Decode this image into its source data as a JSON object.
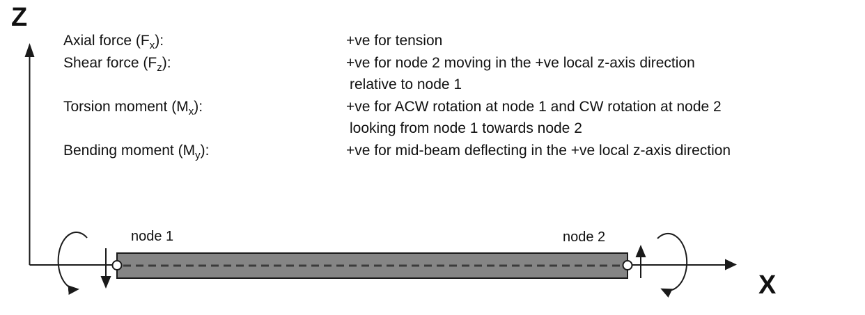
{
  "diagram": {
    "z_axis_label": "Z",
    "x_axis_label": "X",
    "node1_label": "node 1",
    "node2_label": "node 2"
  },
  "legend": {
    "rows": [
      {
        "term_pre": "Axial force (F",
        "term_sub": "x",
        "term_post": "):",
        "line1": "+ve for tension"
      },
      {
        "term_pre": "Shear force (F",
        "term_sub": "z",
        "term_post": "):",
        "line1": "+ve for node 2 moving in the +ve local z-axis direction",
        "line2": "relative to node 1"
      },
      {
        "term_pre": "Torsion moment (M",
        "term_sub": "x",
        "term_post": "):",
        "line1": "+ve for ACW rotation at node 1 and CW rotation at node 2",
        "line2": "looking from node 1 towards node 2"
      },
      {
        "term_pre": "Bending moment (M",
        "term_sub": "y",
        "term_post": "):",
        "line1": "+ve for mid-beam deflecting in the +ve local z-axis direction"
      }
    ]
  },
  "colors": {
    "beam_fill": "#858585",
    "beam_stroke": "#1a1a1a",
    "centerline": "#3b3b3b",
    "line": "#1a1a1a",
    "node_fill": "#ffffff",
    "text": "#111111",
    "background": "#ffffff"
  }
}
